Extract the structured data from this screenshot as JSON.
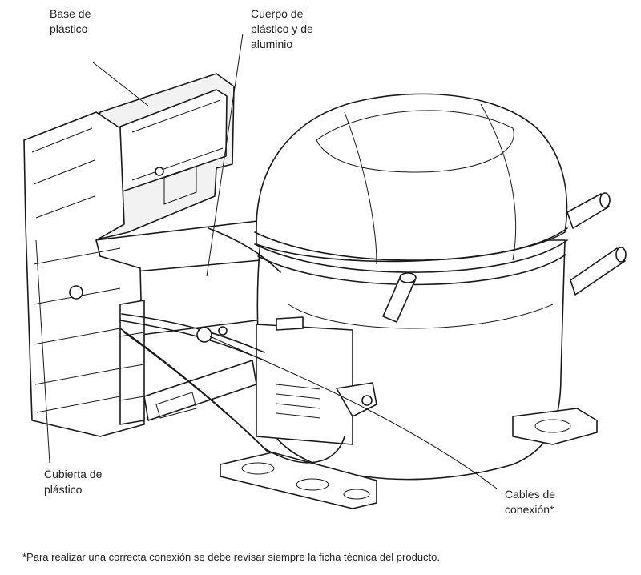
{
  "labels": {
    "base": [
      "Base de",
      "plástico"
    ],
    "body": [
      "Cuerpo de",
      "plástico y de",
      "aluminio"
    ],
    "cover": [
      "Cubierta de",
      "plástico"
    ],
    "cables": [
      "Cables de",
      "conexión*"
    ]
  },
  "footnote": "*Para realizar una correcta conexión se debe revisar siempre la ficha técnica del producto.",
  "colors": {
    "line": "#1a1a1a",
    "background": "#ffffff"
  }
}
